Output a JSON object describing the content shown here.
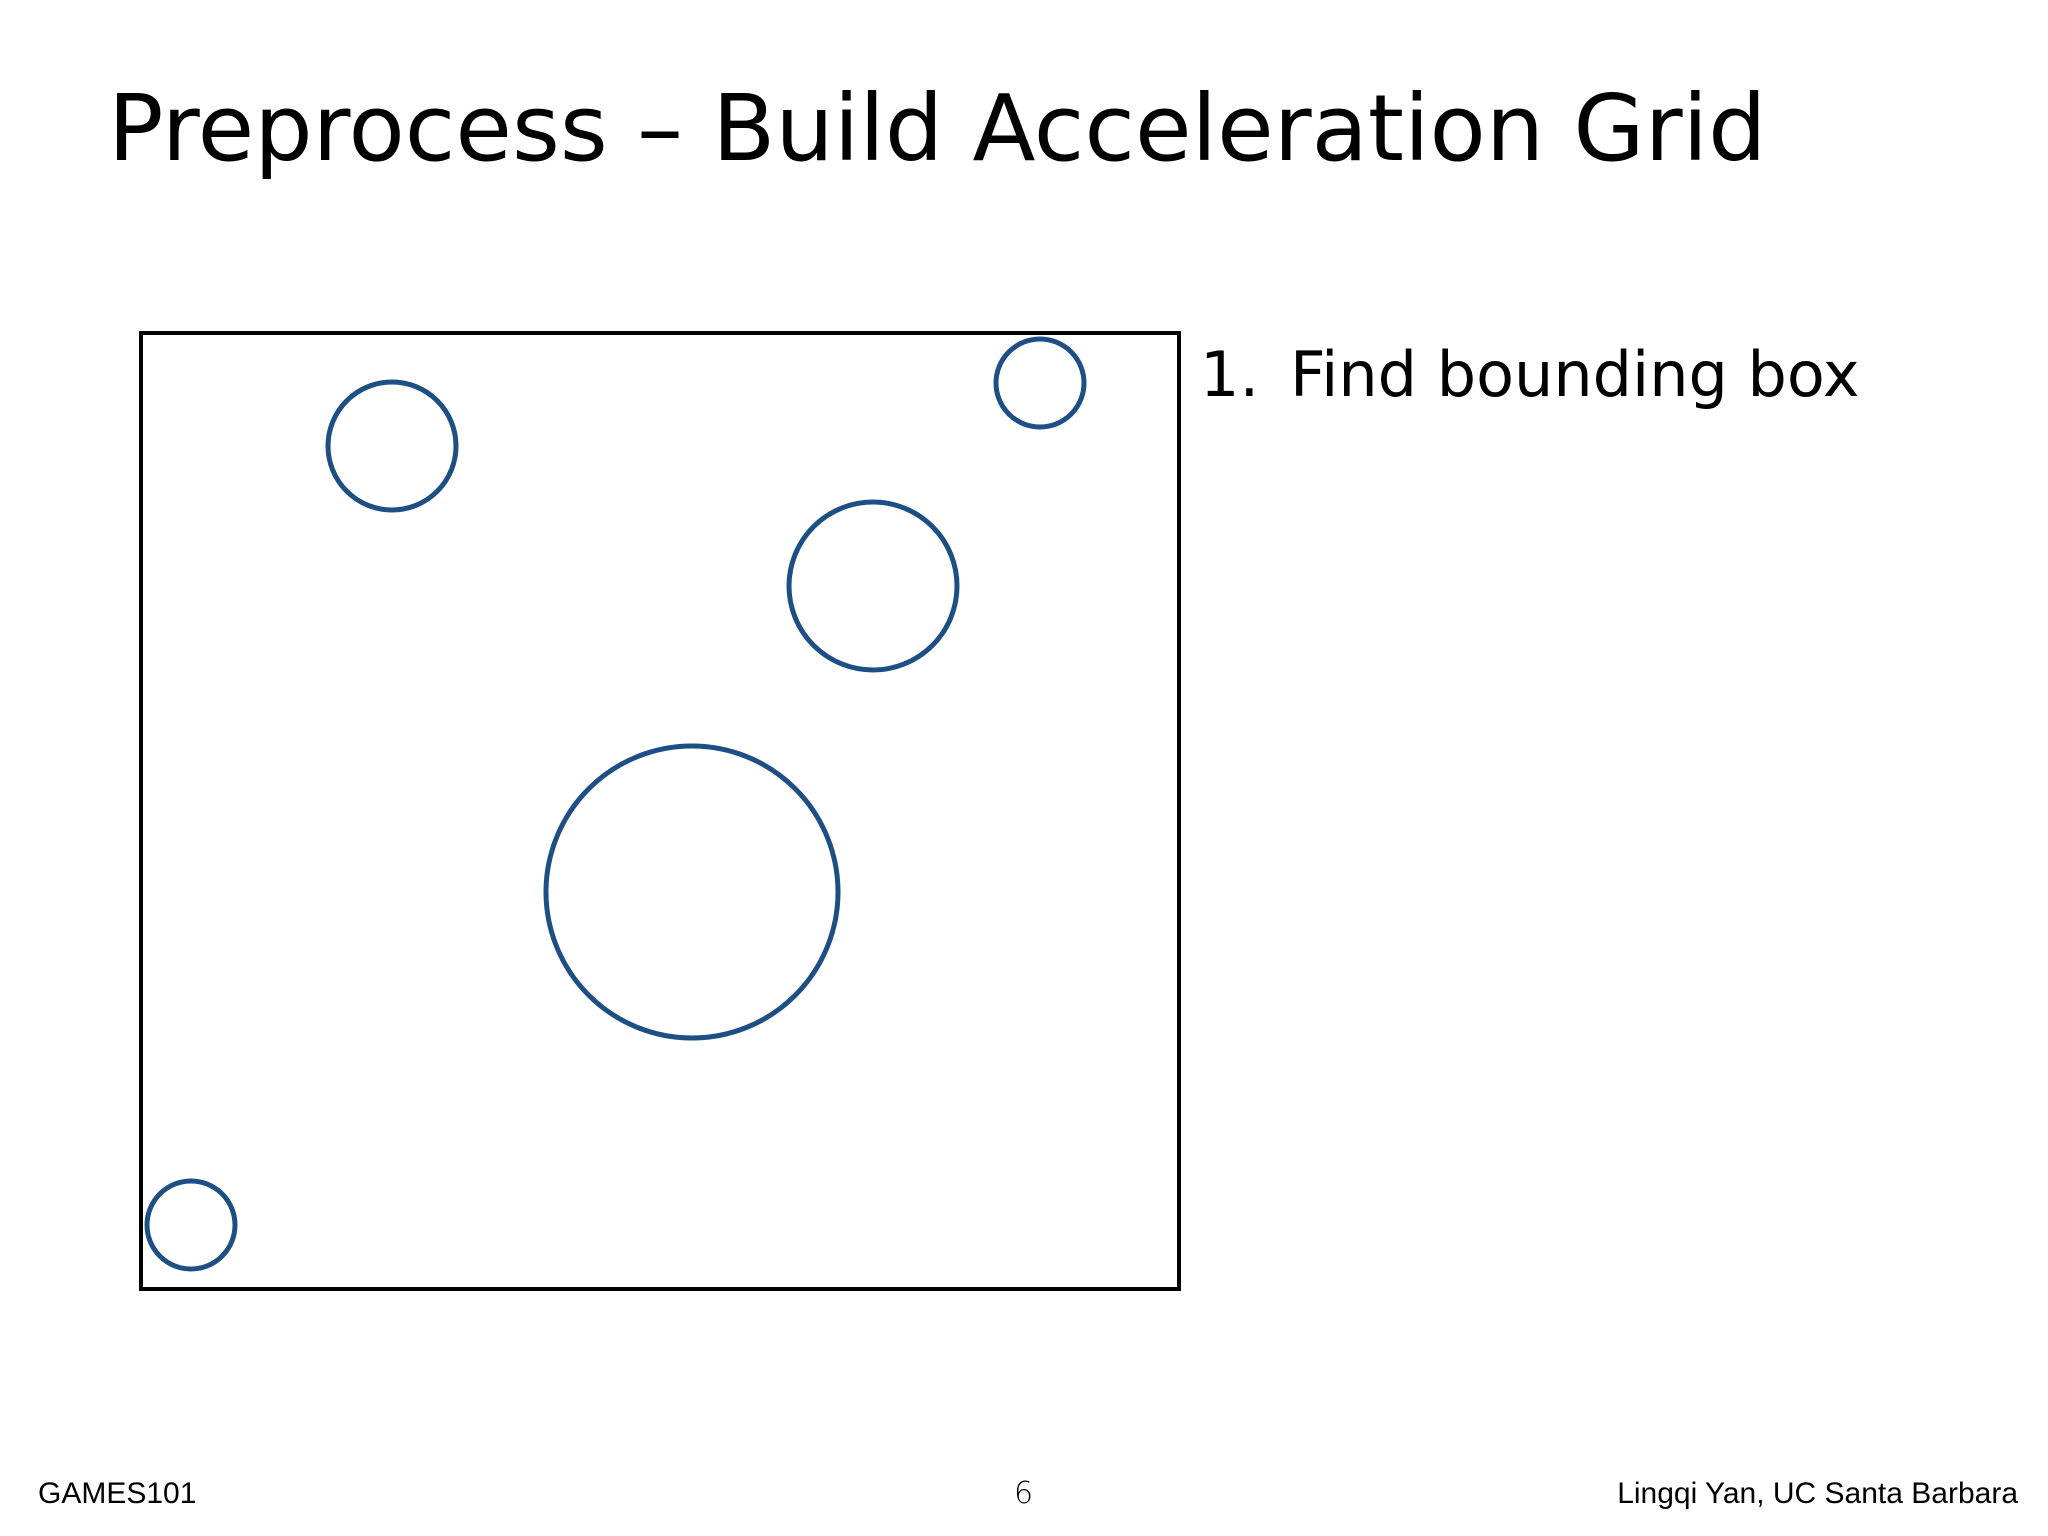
{
  "slide": {
    "title": "Preprocess – Build Acceleration Grid"
  },
  "steps": [
    {
      "number": "1.",
      "text": "Find bounding box"
    }
  ],
  "diagram": {
    "stroke_color_box": "#000000",
    "stroke_color_circles": "#1d4f84"
  },
  "footer": {
    "course": "GAMES101",
    "page_number": "6",
    "author": "Lingqi Yan, UC Santa Barbara"
  }
}
